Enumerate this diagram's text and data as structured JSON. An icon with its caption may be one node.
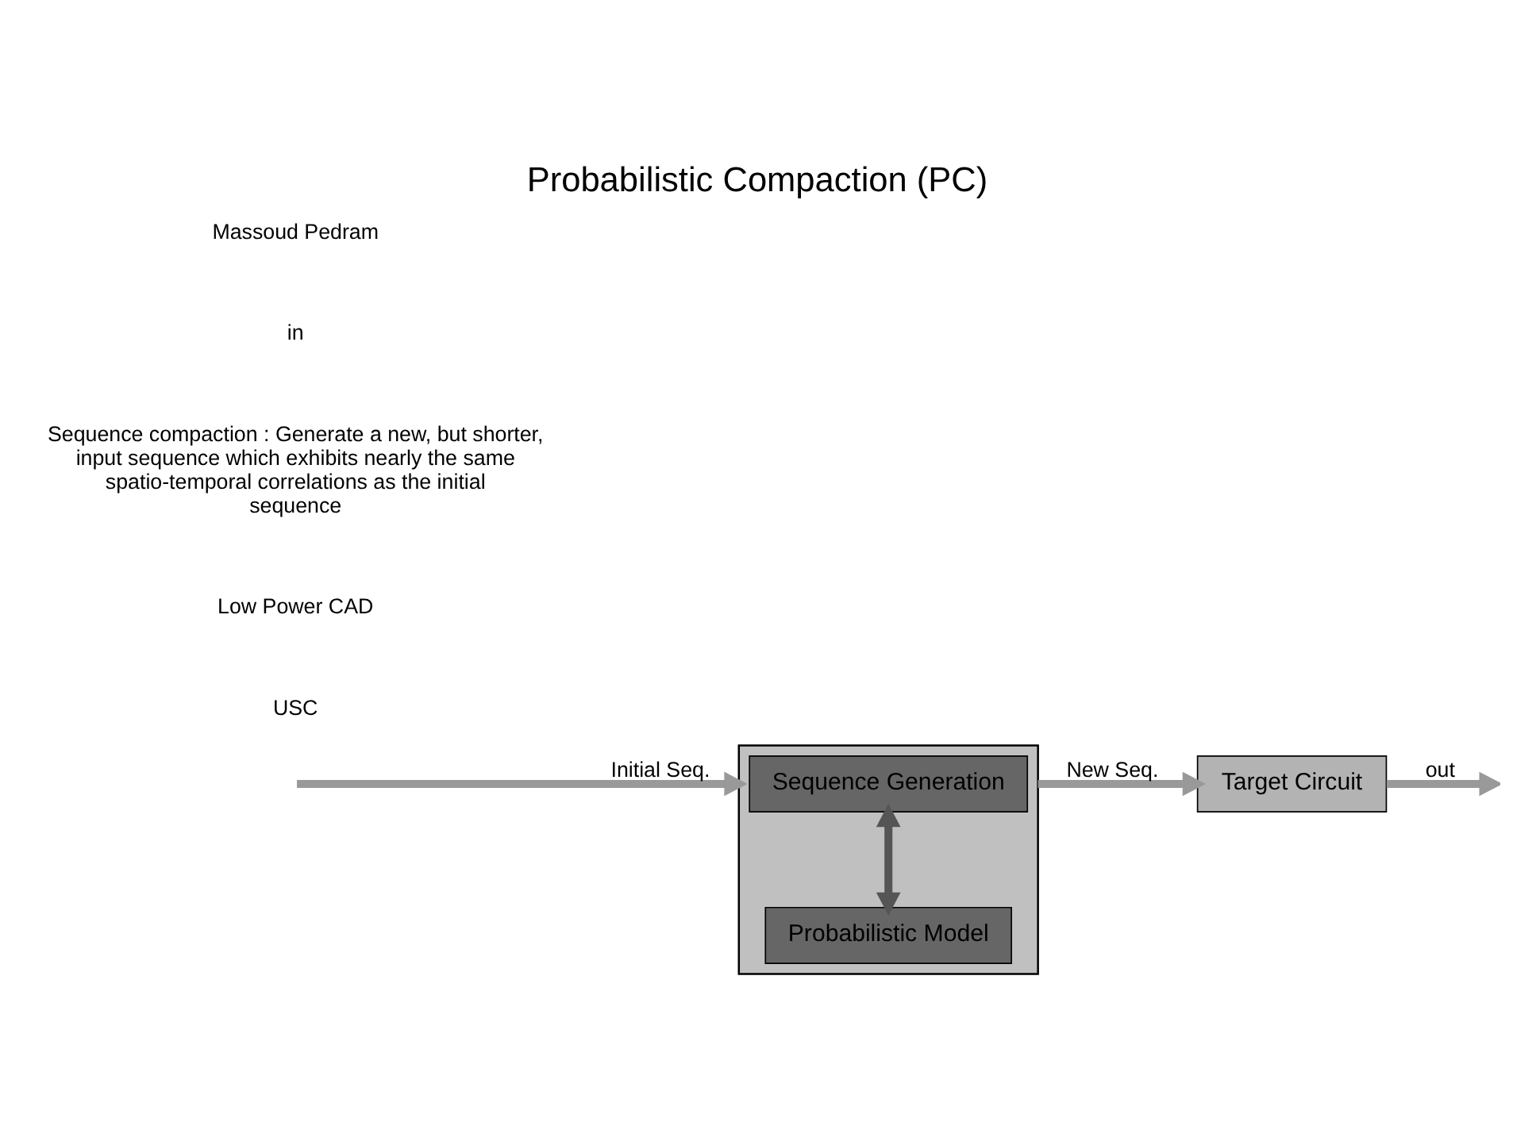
{
  "diagram": {
    "title": "Probabilistic Compaction (PC)",
    "nodes": [
      {
        "text": [],
        "shape": "box"
      },
      {
        "text": [
          "Probabilistic Model"
        ],
        "in": 0
      },
      {
        "text": [
          "Sequence Generation"
        ],
        "in": 0
      },
      {
        "text": [
          "Target Circuit"
        ]
      }
    ],
    "edges": [
      {
        "from": null,
        "to": 0,
        "arrow": "to",
        "label": "Initial Seq."
      },
      {
        "from": 1,
        "to": 2,
        "arrow": "both",
        "color": "#555555"
      },
      {
        "from": 0,
        "to": 3,
        "arrow": "to",
        "label": "New Seq."
      },
      {
        "from": 3,
        "to": null,
        "arrow": "to",
        "label": "out"
      }
    ],
    "labels": [
      "USC",
      "Low Power CAD",
      "Sequence compaction : Generate a new, but shorter, input sequence which exhibits nearly the same spatio-temporal correlations as the initial sequence",
      "in",
      "Massoud Pedram"
    ]
  }
}
